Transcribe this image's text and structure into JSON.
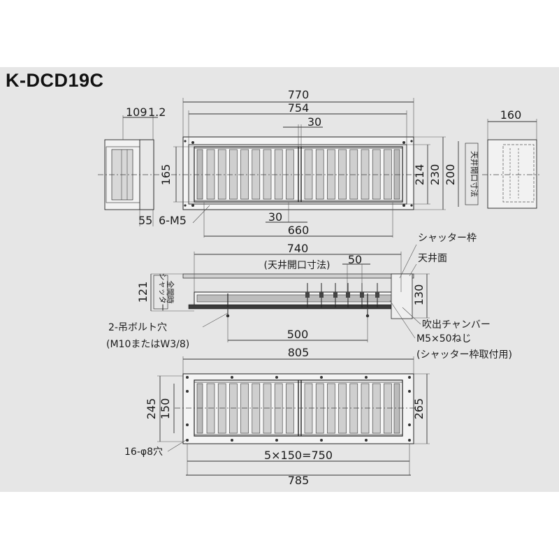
{
  "title": "K-DCD19C",
  "dimensions": {
    "d770": "770",
    "d754": "754",
    "d30_top": "30",
    "d165": "165",
    "d214": "214",
    "d230": "230",
    "d200": "200",
    "d30_bottom": "30",
    "d660": "660",
    "d6m5": "6-M5",
    "d109": "109",
    "d1_2": "1.2",
    "d160": "160",
    "d55": "55",
    "d740": "740",
    "d50": "50",
    "d121": "121",
    "d130": "130",
    "d500": "500",
    "d805": "805",
    "d245": "245",
    "d150": "150",
    "d265": "265",
    "d5x150": "5×150=750",
    "d785": "785"
  },
  "labels": {
    "ceiling_opening": "(天井開口寸法)",
    "ceiling_opening_vertical": "天井開口寸法",
    "shutter_full_open_1": "シャッター",
    "shutter_full_open_2": "全開時",
    "shutter_frame": "シャッター枠",
    "ceiling_surface": "天井面",
    "outlet_chamber": "吹出チャンバー",
    "screw": "M5×50ねじ",
    "screw_note": "(シャッター枠取付用)",
    "hanger_bolt_hole": "2-吊ボルト穴",
    "hanger_bolt_note": "(M10またはW3/8)",
    "holes": "16-φ8穴"
  }
}
